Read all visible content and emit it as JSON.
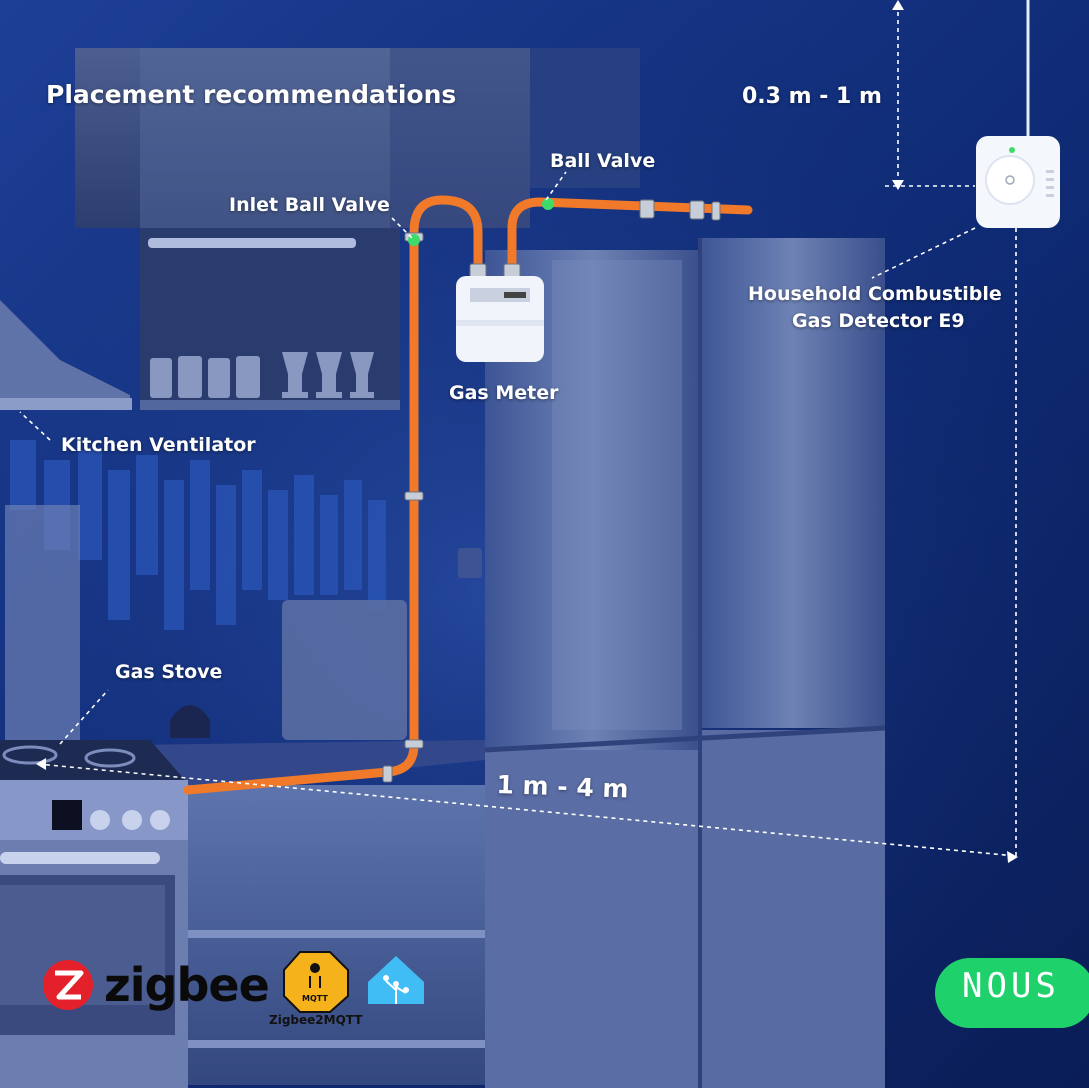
{
  "title": "Placement recommendations",
  "labels": {
    "height_range": "0.3 m - 1 m",
    "ball_valve": "Ball Valve",
    "inlet_ball_valve": "Inlet Ball Valve",
    "detector_line1": "Household Combustible",
    "detector_line2": "Gas Detector E9",
    "gas_meter": "Gas Meter",
    "kitchen_ventilator": "Kitchen Ventilator",
    "gas_stove": "Gas Stove",
    "distance_range": "1 m - 4 m"
  },
  "logos": {
    "zigbee": "zigbee",
    "zigbee2mqtt_caption": "Zigbee2MQTT",
    "zigbee2mqtt_badge": "MQTT",
    "brand": "NOUS"
  },
  "colors": {
    "background": "#0d2260",
    "pipe": "#f07a2a",
    "label": "#ffffff",
    "brand_green": "#1fd16a",
    "zigbee_red": "#e4212b",
    "zigbee2mqtt_yellow": "#f5b21b",
    "home_assistant_blue": "#41bdf5"
  }
}
